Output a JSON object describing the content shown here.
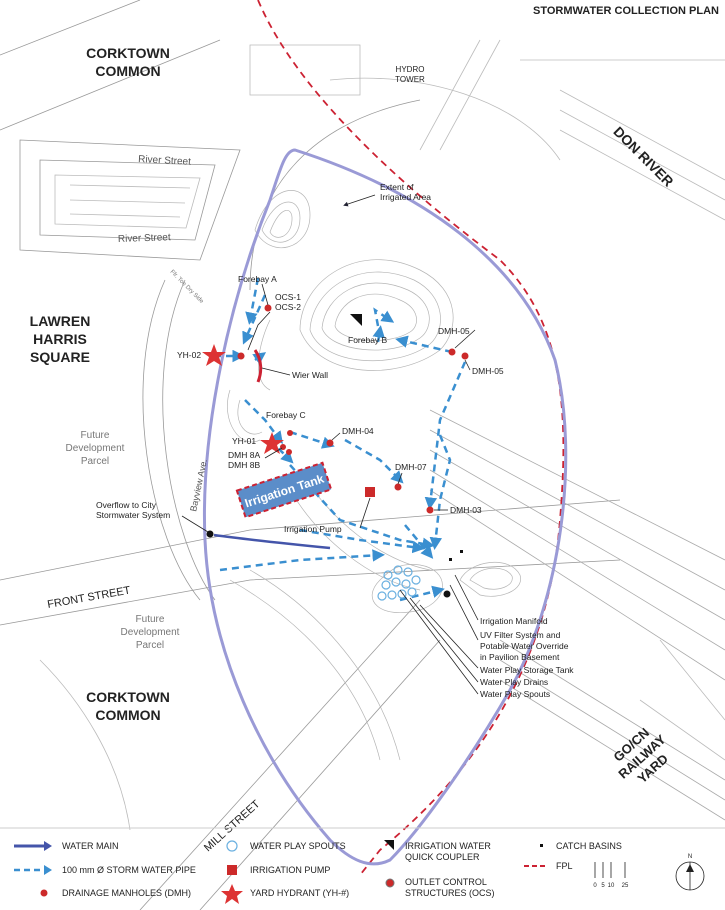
{
  "title": "STORMWATER COLLECTION PLAN",
  "places": {
    "corktown_common_top_1": "CORKTOWN",
    "corktown_common_top_2": "COMMON",
    "corktown_common_bottom_1": "CORKTOWN",
    "corktown_common_bottom_2": "COMMON",
    "lawren_1": "LAWREN",
    "lawren_2": "HARRIS",
    "lawren_3": "SQUARE",
    "don_river": "DON RIVER",
    "railway_1": "GO/CN",
    "railway_2": "RAILWAY",
    "railway_3": "YARD",
    "hydro_1": "HYDRO",
    "hydro_2": "TOWER",
    "future_top_1": "Future",
    "future_top_2": "Development",
    "future_top_3": "Parcel",
    "future_bottom_1": "Future",
    "future_bottom_2": "Development",
    "future_bottom_3": "Parcel"
  },
  "streets": {
    "river_street_1": "River Street",
    "river_street_2": "River Street",
    "bayview": "Bayview Ave.",
    "front_street": "FRONT STREET",
    "mill_street": "MILL STREET",
    "dry_side": "Ffr. Toe Dry Side"
  },
  "labels": {
    "extent_1": "Extent of",
    "extent_2": "Irrigated Area",
    "forebay_a": "Forebay A",
    "forebay_b": "Forebay B",
    "forebay_c": "Forebay C",
    "ocs1": "OCS-1",
    "ocs2": "OCS-2",
    "yh02": "YH-02",
    "yh01": "YH-01",
    "wier_wall": "Wier Wall",
    "dmh05a": "DMH-05",
    "dmh05b": "DMH-05",
    "dmh04": "DMH-04",
    "dmh07": "DMH-07",
    "dmh03": "DMH-03",
    "dmh8a": "DMH 8A",
    "dmh8b": "DMH 8B",
    "overflow_1": "Overflow to City",
    "overflow_2": "Stormwater System",
    "irrigation_tank": "Irrigation Tank",
    "irrigation_pump": "Irrigation Pump",
    "irrigation_manifold": "Irrigation Manifold",
    "uv_1": "UV Filter System and",
    "uv_2": "Potable Water Override",
    "uv_3": "in Pavilion Basement",
    "storage_tank": "Water Play Storage Tank",
    "drains": "Water Play Drains",
    "spouts": "Water Play Spouts"
  },
  "legend": {
    "water_main": "WATER MAIN",
    "storm_pipe": "100 mm Ø STORM WATER PIPE",
    "dmh": "DRAINAGE MANHOLES (DMH)",
    "spouts": "WATER PLAY SPOUTS",
    "pump": "IRRIGATION PUMP",
    "hydrant": "YARD HYDRANT (YH-#)",
    "coupler_1": "IRRIGATION WATER",
    "coupler_2": "QUICK COUPLER",
    "ocs_1": "OUTLET CONTROL",
    "ocs_2": "STRUCTURES (OCS)",
    "catch": "CATCH BASINS",
    "fpl": "FPL"
  },
  "scale": {
    "s0": "0",
    "s5": "5",
    "s10": "10",
    "s25": "25",
    "north": "N"
  },
  "colors": {
    "water_main": "#4455aa",
    "storm_pipe": "#3a8fd0",
    "dmh": "#cc2a2a",
    "hydrant": "#dd3333",
    "fpl": "#cc2233",
    "irrigated_extent": "#9a9ad6",
    "tank_fill": "#5b8dc9"
  }
}
